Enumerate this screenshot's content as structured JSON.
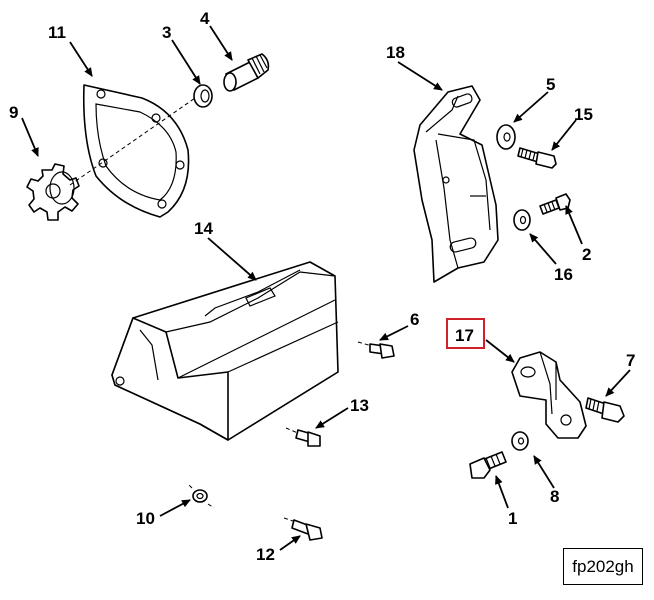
{
  "diagram": {
    "reference_code": "fp202gh",
    "highlighted_callout": "17",
    "highlight_color": "#d0202a",
    "callouts": {
      "c1": "1",
      "c2": "2",
      "c3": "3",
      "c4": "4",
      "c5": "5",
      "c6": "6",
      "c7": "7",
      "c8": "8",
      "c9": "9",
      "c10": "10",
      "c11": "11",
      "c12": "12",
      "c13": "13",
      "c14": "14",
      "c15": "15",
      "c16": "16",
      "c17": "17",
      "c18": "18"
    }
  }
}
